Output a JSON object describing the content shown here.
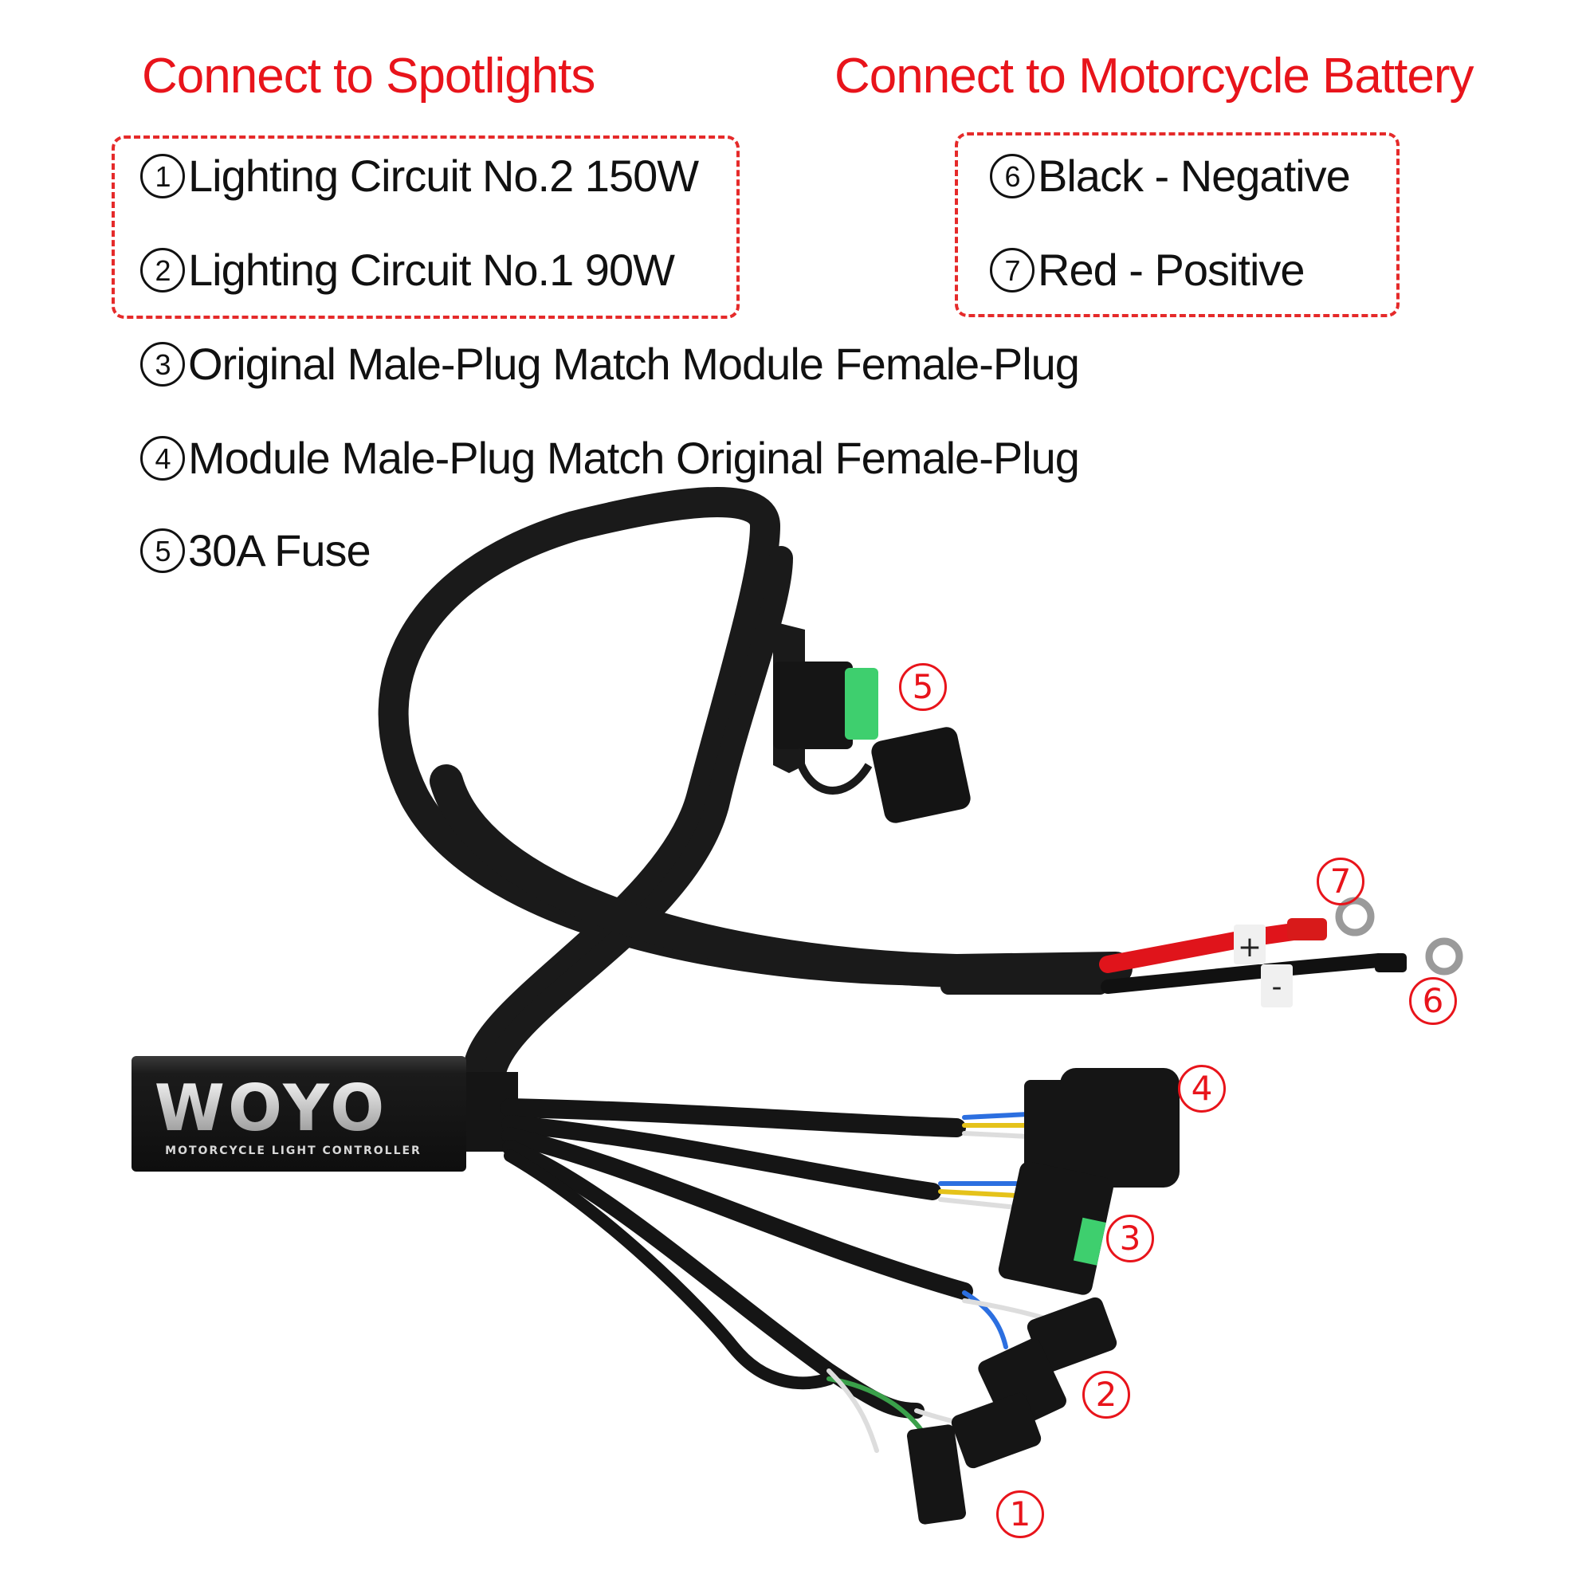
{
  "headings": {
    "spotlights": "Connect to Spotlights",
    "battery": "Connect to Motorcycle Battery"
  },
  "items": [
    {
      "num": "1",
      "text": "Lighting Circuit No.2 150W"
    },
    {
      "num": "2",
      "text": "Lighting Circuit No.1 90W"
    },
    {
      "num": "3",
      "text": "Original Male-Plug Match Module Female-Plug"
    },
    {
      "num": "4",
      "text": "Module Male-Plug Match Original Female-Plug"
    },
    {
      "num": "5",
      "text": "30A Fuse"
    },
    {
      "num": "6",
      "text": "Black - Negative"
    },
    {
      "num": "7",
      "text": "Red - Positive"
    }
  ],
  "product": {
    "brand": "WOYO",
    "subtitle": "MOTORCYCLE LIGHT CONTROLLER"
  },
  "terminal_marks": {
    "positive": "+",
    "negative": "-"
  },
  "callouts": [
    "1",
    "2",
    "3",
    "4",
    "5",
    "6",
    "7"
  ],
  "colors": {
    "accent": "#e8141b",
    "text": "#111111",
    "cable": "#1a1a1a",
    "fuse": "#3ecf6e",
    "red_wire": "#e0141b"
  }
}
